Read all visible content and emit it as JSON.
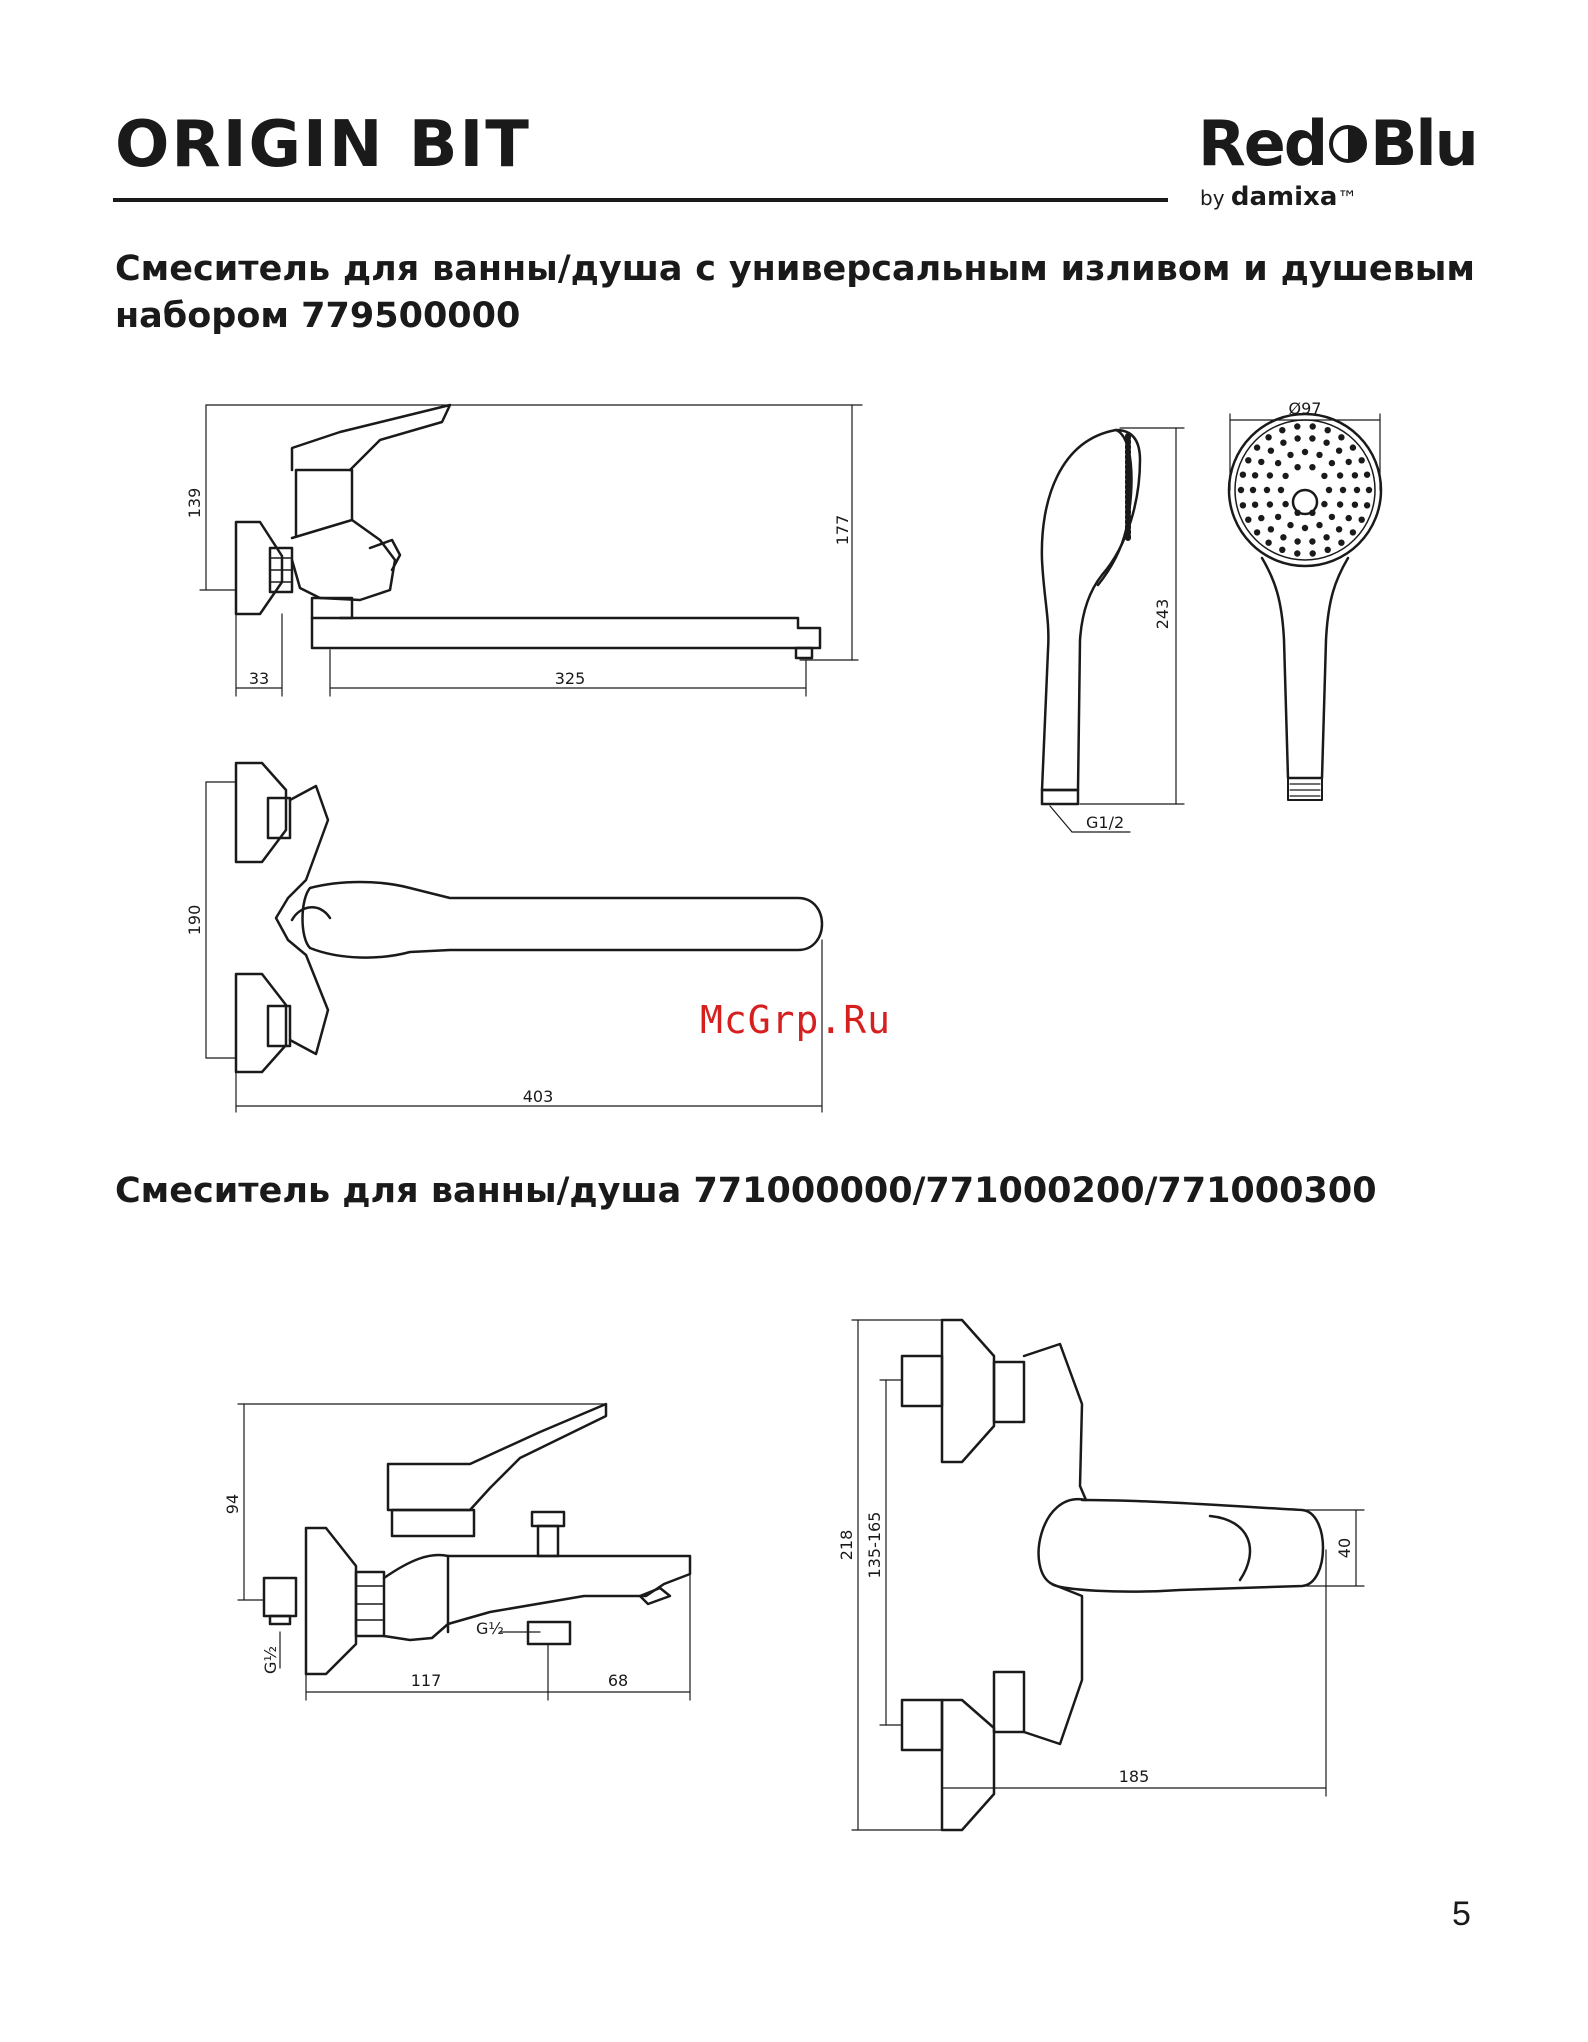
{
  "header": {
    "title": "ORIGIN BIT",
    "brand_left": "Red",
    "brand_right": "Blu",
    "brand_by": "by",
    "brand_sub": "damixa",
    "brand_tm": "™"
  },
  "sections": [
    {
      "heading": "Смеситель для ванны/душа с универсальным изливом и душевым набором 779500000",
      "dimensions": {
        "side_height_a": "139",
        "side_height_b": "177",
        "offset": "33",
        "spout_length": "325",
        "top_width": "190",
        "top_length": "403",
        "hand_shower_length": "243",
        "hand_shower_diameter": "Ø97",
        "thread": "G1/2"
      }
    },
    {
      "heading": "Смеситель для ванны/душа 771000000/771000200/771000300",
      "dimensions": {
        "height": "94",
        "thread_side": "G½",
        "thread_outlet": "G½",
        "body_length": "117",
        "spout_length": "68",
        "total_height": "218",
        "centers": "135-165",
        "handle": "40",
        "depth": "185"
      }
    }
  ],
  "watermark": "McGrp.Ru",
  "page_number": "5"
}
